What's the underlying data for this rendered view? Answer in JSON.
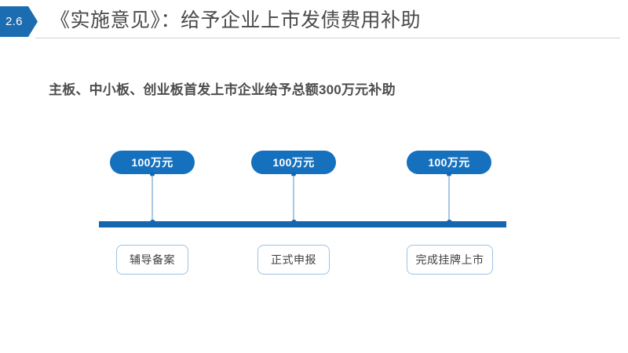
{
  "header": {
    "badge": "2.6",
    "title": "《实施意见》：给予企业上市发债费用补助",
    "accent_color": "#1B6CB0",
    "title_color": "#4a4a4a",
    "rule_color": "#d2d2d2"
  },
  "subtitle": "主板、中小板、创业板首发上市企业给予总额300万元补助",
  "timeline": {
    "bar_color": "#1566AF",
    "pill_color": "#1570BE",
    "box_border_color": "#9CC3E5",
    "connector_color": "#a9c8e2",
    "milestones": [
      {
        "amount": "100万元",
        "stage": "辅导备案"
      },
      {
        "amount": "100万元",
        "stage": "正式申报"
      },
      {
        "amount": "100万元",
        "stage": "完成挂牌上市"
      }
    ]
  }
}
